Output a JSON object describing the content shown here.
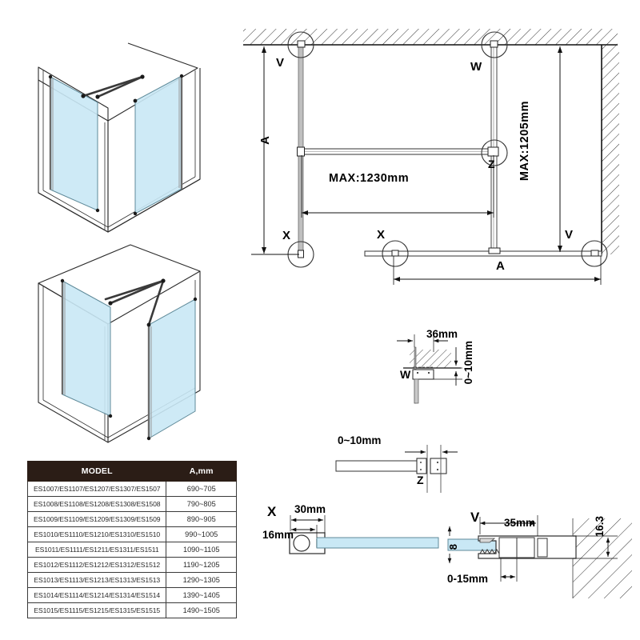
{
  "drawing": {
    "title": "Walk-in shower enclosure installation drawing",
    "isometric_views": [
      {
        "name": "isometric-view-left-hand",
        "description": "Walk-in shower enclosure, two glass panels with ceiling support bars, left configuration"
      },
      {
        "name": "isometric-view-right-hand",
        "description": "Walk-in shower enclosure, two glass panels with ceiling support bars, mirrored configuration"
      }
    ]
  },
  "main_view": {
    "callouts": {
      "v_top_left": "V",
      "w_top": "W",
      "z_middle": "Z",
      "x_bottom_left": "X",
      "x_bottom_mid": "X",
      "v_bottom_right": "V"
    },
    "dimensions": {
      "height_left": "A",
      "width_bar": "MAX:1230mm",
      "height_right": "MAX:1205mm",
      "width_bottom": "A"
    }
  },
  "detail_w": {
    "label": "W",
    "width": "36mm",
    "gap": "0~10mm"
  },
  "detail_z": {
    "label": "Z",
    "gap": "0~10mm"
  },
  "detail_x": {
    "label": "X",
    "outer_width": "30mm",
    "inner_width": "16mm"
  },
  "detail_v": {
    "label": "V",
    "profile_width": "35mm",
    "profile_height": "16.3",
    "glass_thickness": "8",
    "adjustment": "0-15mm"
  },
  "table": {
    "columns": [
      "MODEL",
      "A,mm"
    ],
    "rows": [
      {
        "model": "ES1007/ES1107/ES1207/ES1307/ES1507",
        "a": "690~705"
      },
      {
        "model": "ES1008/ES1108/ES1208/ES1308/ES1508",
        "a": "790~805"
      },
      {
        "model": "ES1009/ES1109/ES1209/ES1309/ES1509",
        "a": "890~905"
      },
      {
        "model": "ES1010/ES1110/ES1210/ES1310/ES1510",
        "a": "990~1005"
      },
      {
        "model": "ES1011/ES1111/ES1211/ES1311/ES1511",
        "a": "1090~1105"
      },
      {
        "model": "ES1012/ES1112/ES1212/ES1312/ES1512",
        "a": "1190~1205"
      },
      {
        "model": "ES1013/ES1113/ES1213/ES1313/ES1513",
        "a": "1290~1305"
      },
      {
        "model": "ES1014/ES1114/ES1214/ES1314/ES1514",
        "a": "1390~1405"
      },
      {
        "model": "ES1015/ES1115/ES1215/ES1315/ES1515",
        "a": "1490~1505"
      }
    ]
  },
  "colors": {
    "glass": "#c9e8f5",
    "glass_stroke": "#5a7f8c",
    "line": "#1a1a1a",
    "metal": "#b9b9b9",
    "header_bg": "#2b1d16",
    "header_fg": "#ffffff"
  }
}
